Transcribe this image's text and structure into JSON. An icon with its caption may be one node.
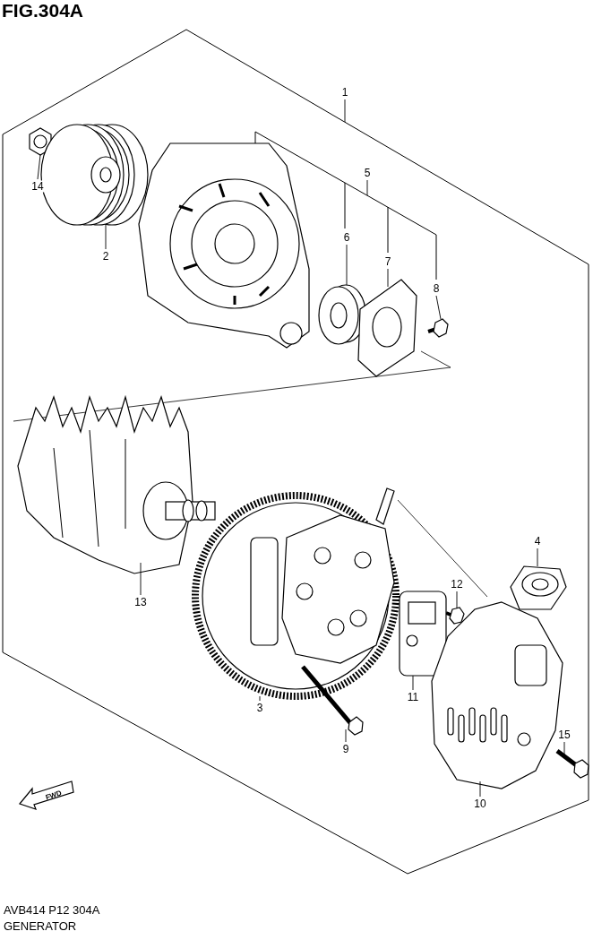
{
  "diagram": {
    "title": "FIG.304A",
    "nodes": [
      {
        "text": [
          "1"
        ]
      },
      {
        "text": [
          "14"
        ]
      },
      {
        "text": [],
        "shape": "picture"
      },
      {
        "text": [
          "2"
        ]
      },
      {
        "text": [],
        "shape": "picture"
      },
      {
        "text": [
          "5"
        ]
      },
      {
        "text": [
          "6"
        ]
      },
      {
        "text": [],
        "shape": "picture"
      },
      {
        "text": [
          "7"
        ]
      },
      {
        "text": [],
        "shape": "picture"
      },
      {
        "text": [
          "8"
        ]
      },
      {
        "text": [],
        "shape": "picture"
      },
      {
        "text": [
          "13"
        ]
      },
      {
        "text": [],
        "shape": "picture"
      },
      {
        "text": [
          "4"
        ]
      },
      {
        "text": [],
        "shape": "picture"
      },
      {
        "text": [
          "12"
        ]
      },
      {
        "text": [],
        "shape": "picture"
      },
      {
        "text": [
          "3"
        ]
      },
      {
        "text": [],
        "shape": "picture"
      },
      {
        "text": [
          "11"
        ]
      },
      {
        "text": [],
        "shape": "picture"
      },
      {
        "text": [
          "9"
        ]
      },
      {
        "text": [],
        "shape": "picture"
      },
      {
        "text": [
          "15"
        ]
      },
      {
        "text": [],
        "shape": "picture"
      },
      {
        "text": [
          "10"
        ]
      },
      {
        "text": [],
        "shape": "picture"
      }
    ],
    "edges": [
      {
        "from": 0,
        "to": null,
        "arrow": "none"
      },
      {
        "from": 1,
        "to": 2,
        "arrow": "none"
      },
      {
        "from": 3,
        "to": 4,
        "arrow": "none"
      },
      {
        "from": 5,
        "to": null,
        "arrow": "none"
      },
      {
        "from": 6,
        "to": 7,
        "arrow": "none"
      },
      {
        "from": 8,
        "to": 9,
        "arrow": "none"
      },
      {
        "from": 10,
        "to": 11,
        "arrow": "none"
      },
      {
        "from": 12,
        "to": 13,
        "arrow": "none"
      },
      {
        "from": 14,
        "to": 15,
        "arrow": "none"
      },
      {
        "from": 16,
        "to": 17,
        "arrow": "none"
      },
      {
        "from": 18,
        "to": 19,
        "arrow": "none"
      },
      {
        "from": 20,
        "to": 21,
        "arrow": "none"
      },
      {
        "from": 22,
        "to": 23,
        "arrow": "none"
      },
      {
        "from": 24,
        "to": 25,
        "arrow": "none"
      },
      {
        "from": 26,
        "to": 27,
        "arrow": "none"
      }
    ],
    "labels": [
      "FWD",
      "AVB414 P12 304A",
      "GENERATOR"
    ]
  }
}
